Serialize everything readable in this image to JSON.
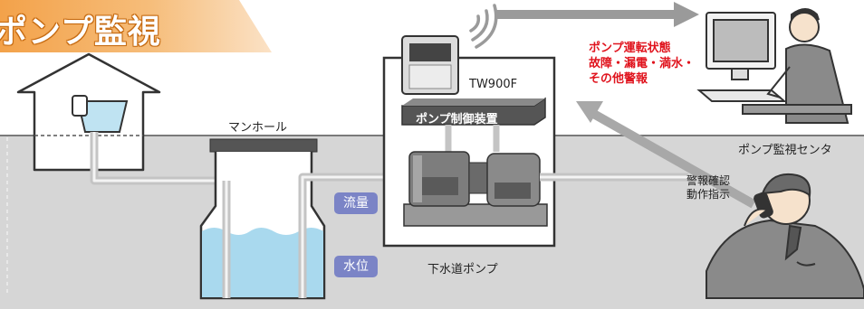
{
  "title": "ポンプ監視",
  "labels": {
    "manhole": "マンホール",
    "device": "TW900F",
    "controller": "ポンプ制御装置",
    "flow": "流量",
    "level": "水位",
    "pump": "下水道ポンプ",
    "center": "ポンプ監視センタ"
  },
  "status_lines": [
    "ポンプ運転状態",
    "故障・漏電・満水・",
    "その他警報"
  ],
  "instruction_lines": [
    "警報確認",
    "動作指示"
  ],
  "colors": {
    "accent": "#f3a24a",
    "alert": "#e0141e",
    "badge": "#7b84c6",
    "ground": "#d4d4d4",
    "water": "#a9d9ee",
    "pipe": "#c8c8c8"
  }
}
